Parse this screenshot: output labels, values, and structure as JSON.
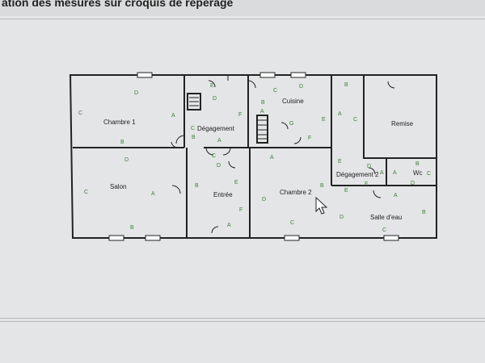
{
  "header": {
    "title": "ation des mesures sur croquis de repérage"
  },
  "rooms": {
    "chambre1": "Chambre 1",
    "degagement": "Dégagement",
    "cuisine": "Cuisine",
    "remise": "Remise",
    "salon": "Salon",
    "entree": "Entrée",
    "chambre2": "Chambre 2",
    "degagement2": "Dégagement 2",
    "wc": "Wc",
    "salle_eau": "Salle d'eau"
  },
  "wall_marks": [
    {
      "room": "chambre1",
      "side": "top",
      "text": "D"
    },
    {
      "room": "chambre1",
      "side": "left",
      "text": "C"
    },
    {
      "room": "chambre1",
      "side": "right",
      "text": "A"
    },
    {
      "room": "chambre1",
      "side": "bottom",
      "text": "B"
    },
    {
      "room": "degagement",
      "side": "top",
      "text": "E"
    },
    {
      "room": "degagement",
      "side": "inner",
      "text": "D"
    },
    {
      "room": "degagement",
      "side": "left",
      "text": "C"
    },
    {
      "room": "degagement",
      "side": "right",
      "text": "F"
    },
    {
      "room": "degagement",
      "side": "bottom-left",
      "text": "B"
    },
    {
      "room": "degagement",
      "side": "bottom",
      "text": "A"
    },
    {
      "room": "cuisine",
      "side": "top-left",
      "text": "C"
    },
    {
      "room": "cuisine",
      "side": "top",
      "text": "D"
    },
    {
      "room": "cuisine",
      "side": "left",
      "text": "B"
    },
    {
      "room": "cuisine",
      "side": "stair",
      "text": "A"
    },
    {
      "room": "cuisine",
      "side": "right",
      "text": "E"
    },
    {
      "room": "cuisine",
      "side": "inner",
      "text": "G"
    },
    {
      "room": "cuisine",
      "side": "bottom",
      "text": "F"
    },
    {
      "room": "degagement2",
      "side": "top",
      "text": "B"
    },
    {
      "room": "degagement2",
      "side": "left",
      "text": "A"
    },
    {
      "room": "degagement2",
      "side": "right",
      "text": "C"
    },
    {
      "room": "degagement2",
      "side": "bottom-left",
      "text": "D"
    },
    {
      "room": "degagement2",
      "side": "bottom",
      "text": "E"
    },
    {
      "room": "degagement2",
      "side": "bottom-right",
      "text": "F"
    },
    {
      "room": "degagement2",
      "side": "inner",
      "text": "A"
    },
    {
      "room": "salon",
      "side": "top",
      "text": "D"
    },
    {
      "room": "salon",
      "side": "left",
      "text": "C"
    },
    {
      "room": "salon",
      "side": "right",
      "text": "A"
    },
    {
      "room": "salon",
      "side": "bottom",
      "text": "B"
    },
    {
      "room": "entree",
      "side": "top",
      "text": "C"
    },
    {
      "room": "entree",
      "side": "inner",
      "text": "D"
    },
    {
      "room": "entree",
      "side": "left",
      "text": "B"
    },
    {
      "room": "entree",
      "side": "right",
      "text": "E"
    },
    {
      "room": "entree",
      "side": "right-low",
      "text": "F"
    },
    {
      "room": "entree",
      "side": "bottom",
      "text": "A"
    },
    {
      "room": "chambre2",
      "side": "top",
      "text": "A"
    },
    {
      "room": "chambre2",
      "side": "left",
      "text": "D"
    },
    {
      "room": "chambre2",
      "side": "right",
      "text": "B"
    },
    {
      "room": "chambre2",
      "side": "bottom",
      "text": "C"
    },
    {
      "room": "wc",
      "side": "top",
      "text": "B"
    },
    {
      "room": "wc",
      "side": "left",
      "text": "A"
    },
    {
      "room": "wc",
      "side": "right",
      "text": "C"
    },
    {
      "room": "wc",
      "side": "bottom",
      "text": "D"
    },
    {
      "room": "salle_eau",
      "side": "top",
      "text": "A"
    },
    {
      "room": "salle_eau",
      "side": "left",
      "text": "D"
    },
    {
      "room": "salle_eau",
      "side": "right",
      "text": "B"
    },
    {
      "room": "salle_eau",
      "side": "bottom",
      "text": "C"
    },
    {
      "room": "salle_eau",
      "side": "bottom-left",
      "text": "E"
    }
  ],
  "colors": {
    "wall": "#222222",
    "mark": "#3d7f3d",
    "background": "#e4e5e6"
  }
}
